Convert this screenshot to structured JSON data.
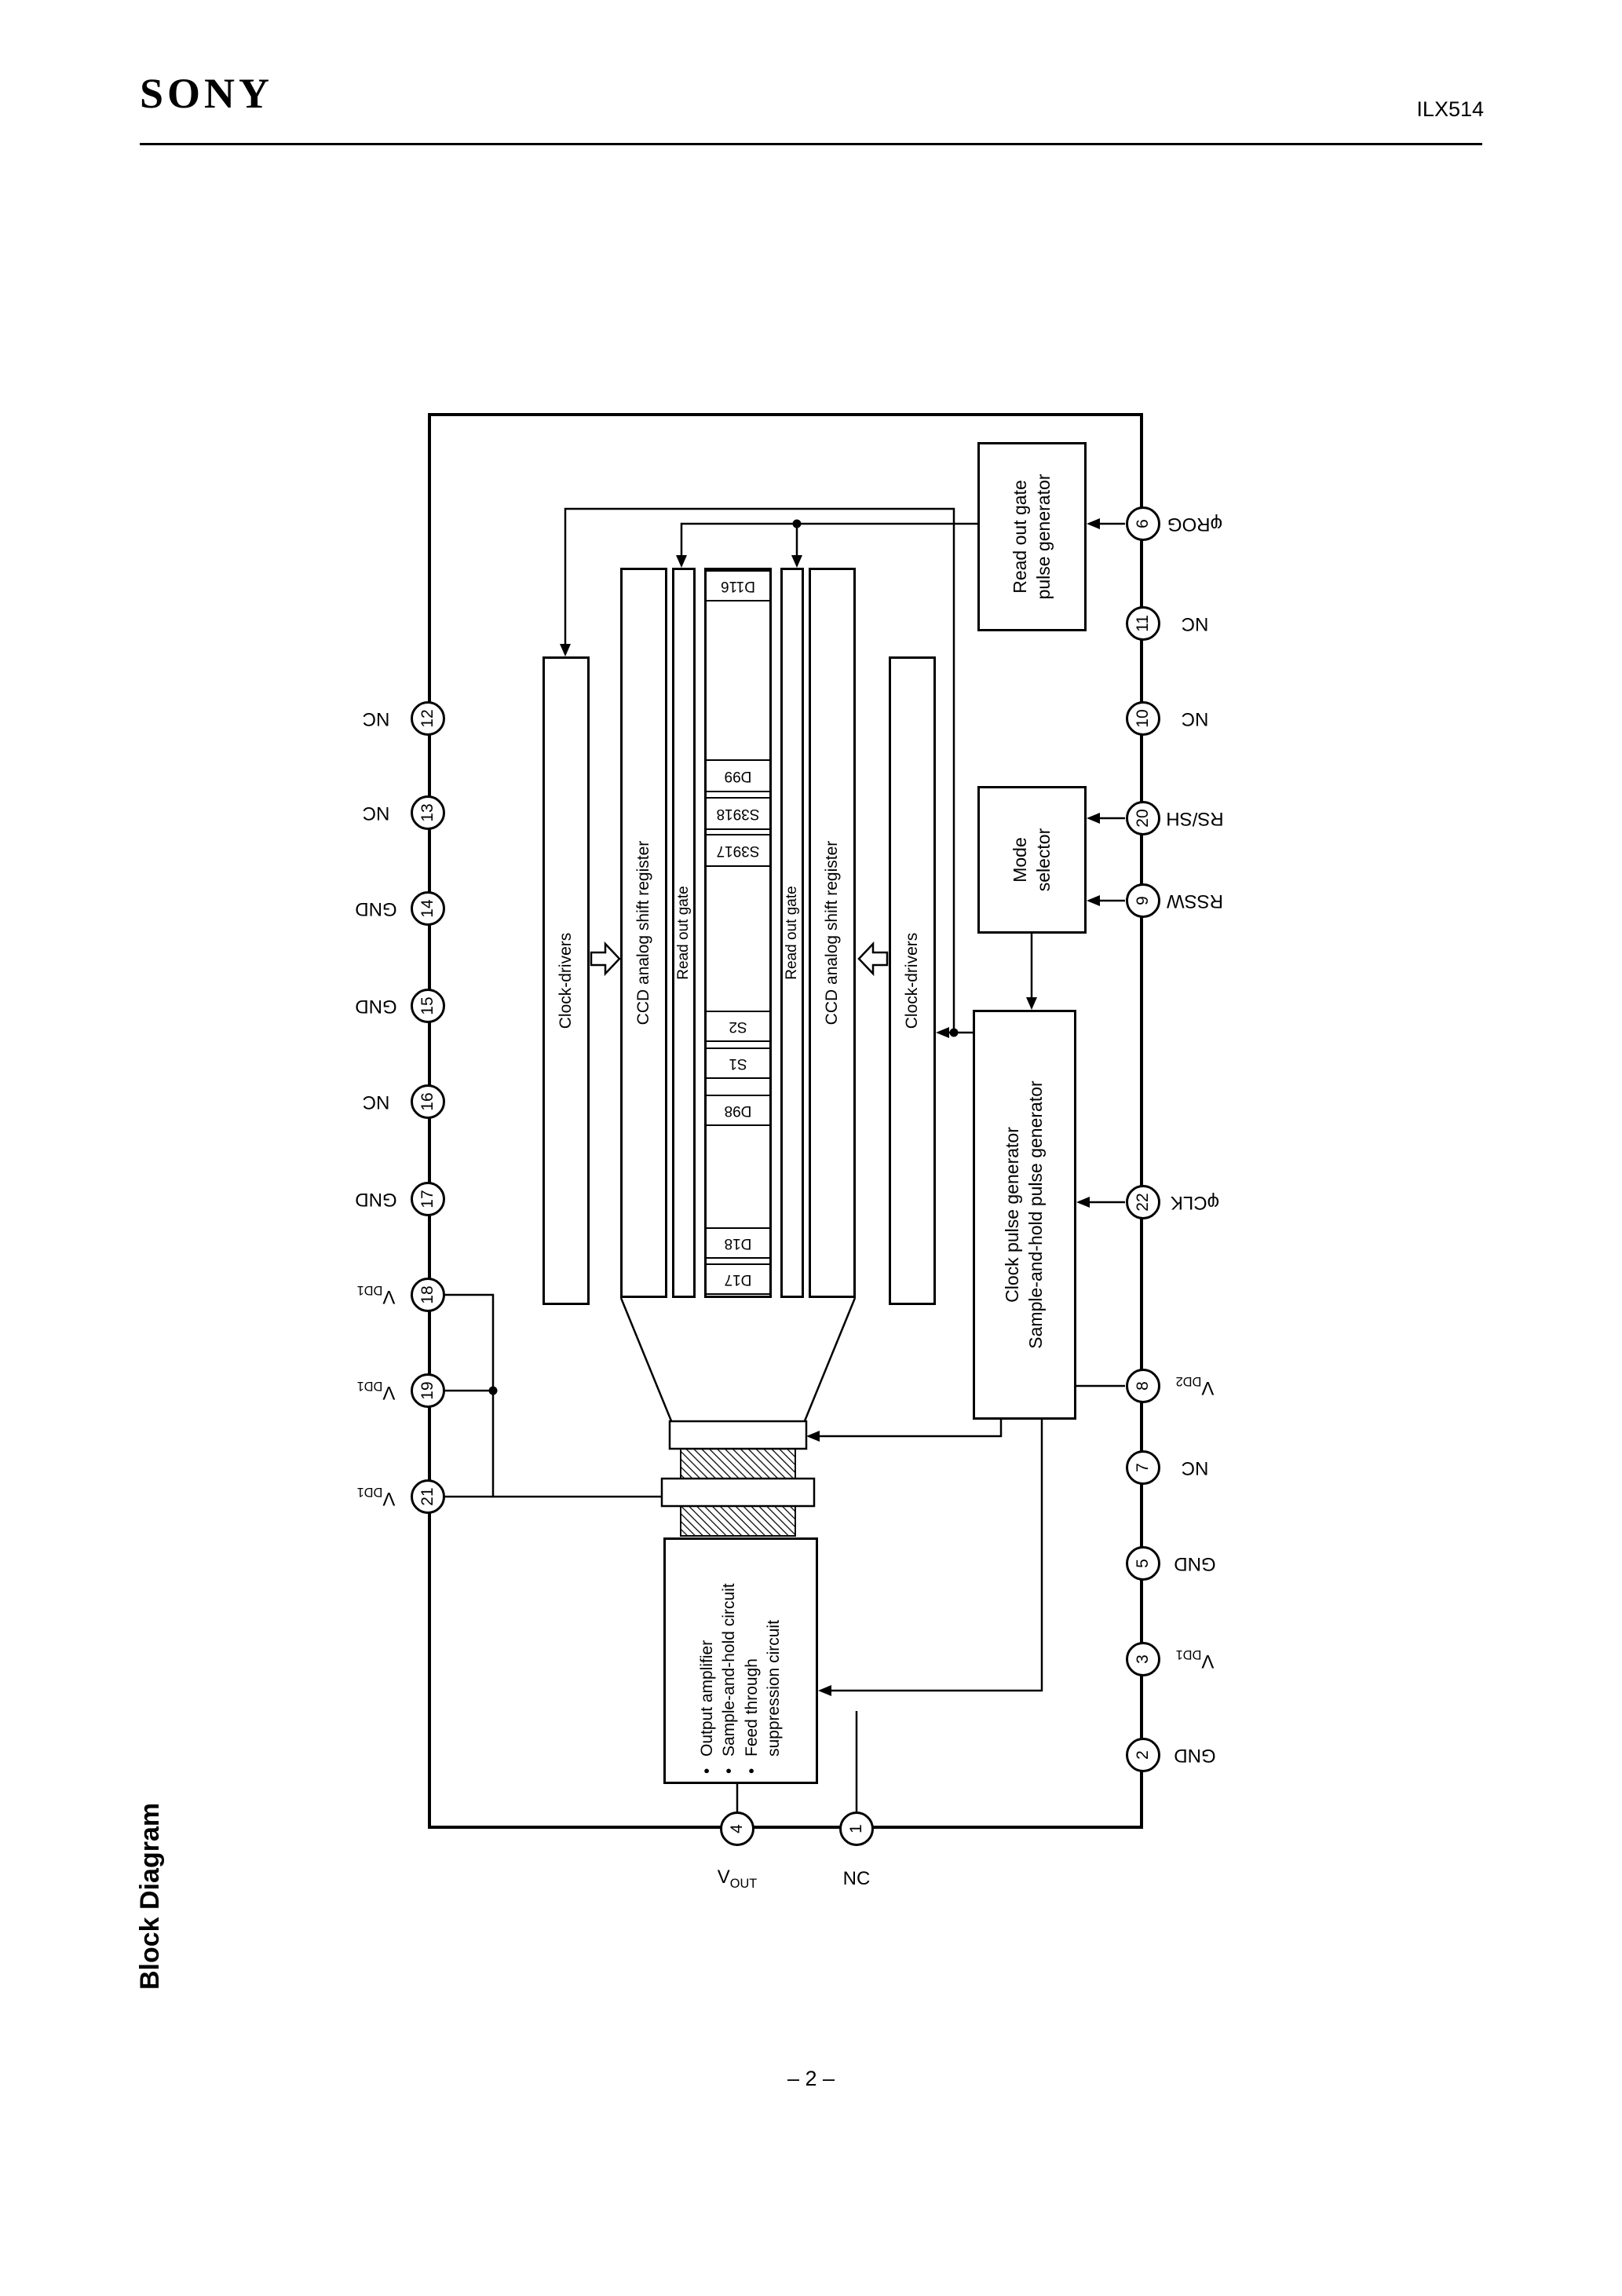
{
  "page": {
    "brand": "SONY",
    "part_number": "ILX514",
    "section_title": "Block Diagram",
    "page_number": "– 2 –"
  },
  "diagram": {
    "blocks": {
      "rog_pulse_gen": {
        "line1": "Read out gate",
        "line2": "pulse generator"
      },
      "mode_selector": {
        "line1": "Mode",
        "line2": "selector"
      },
      "clock_pulse_gen": {
        "line1": "Clock pulse generator",
        "line2": "Sample-and-hold pulse generator"
      },
      "clock_drivers_top": "Clock-drivers",
      "clock_drivers_bottom": "Clock-drivers",
      "ccd_register_top": "CCD analog shift register",
      "ccd_register_bottom": "CCD analog shift register",
      "rog_top": "Read out gate",
      "rog_bottom": "Read out gate",
      "output_amp_items": [
        "Output amplifier",
        "Sample-and-hold circuit",
        "Feed through\nsuppression circuit"
      ]
    },
    "cells": [
      "D17",
      "D18",
      "D98",
      "S1",
      "S2",
      "S3917",
      "S3918",
      "D99",
      "D116"
    ],
    "pins_top": [
      {
        "num": "21",
        "label": "VDD1"
      },
      {
        "num": "19",
        "label": "VDD1"
      },
      {
        "num": "18",
        "label": "VDD1"
      },
      {
        "num": "17",
        "label": "GND"
      },
      {
        "num": "16",
        "label": "NC"
      },
      {
        "num": "15",
        "label": "GND"
      },
      {
        "num": "14",
        "label": "GND"
      },
      {
        "num": "13",
        "label": "NC"
      },
      {
        "num": "12",
        "label": "NC"
      }
    ],
    "pins_bottom": [
      {
        "num": "2",
        "label": "GND"
      },
      {
        "num": "3",
        "label": "VDD1"
      },
      {
        "num": "5",
        "label": "GND"
      },
      {
        "num": "7",
        "label": "NC"
      },
      {
        "num": "8",
        "label": "VDD2"
      },
      {
        "num": "22",
        "label": "φCLK"
      },
      {
        "num": "9",
        "label": "RSSW"
      },
      {
        "num": "20",
        "label": "RS/SH"
      },
      {
        "num": "10",
        "label": "NC"
      },
      {
        "num": "11",
        "label": "NC"
      },
      {
        "num": "6",
        "label": "φROG"
      }
    ],
    "pins_left": [
      {
        "num": "4",
        "label": "VOUT"
      },
      {
        "num": "1",
        "label": "NC"
      }
    ]
  }
}
